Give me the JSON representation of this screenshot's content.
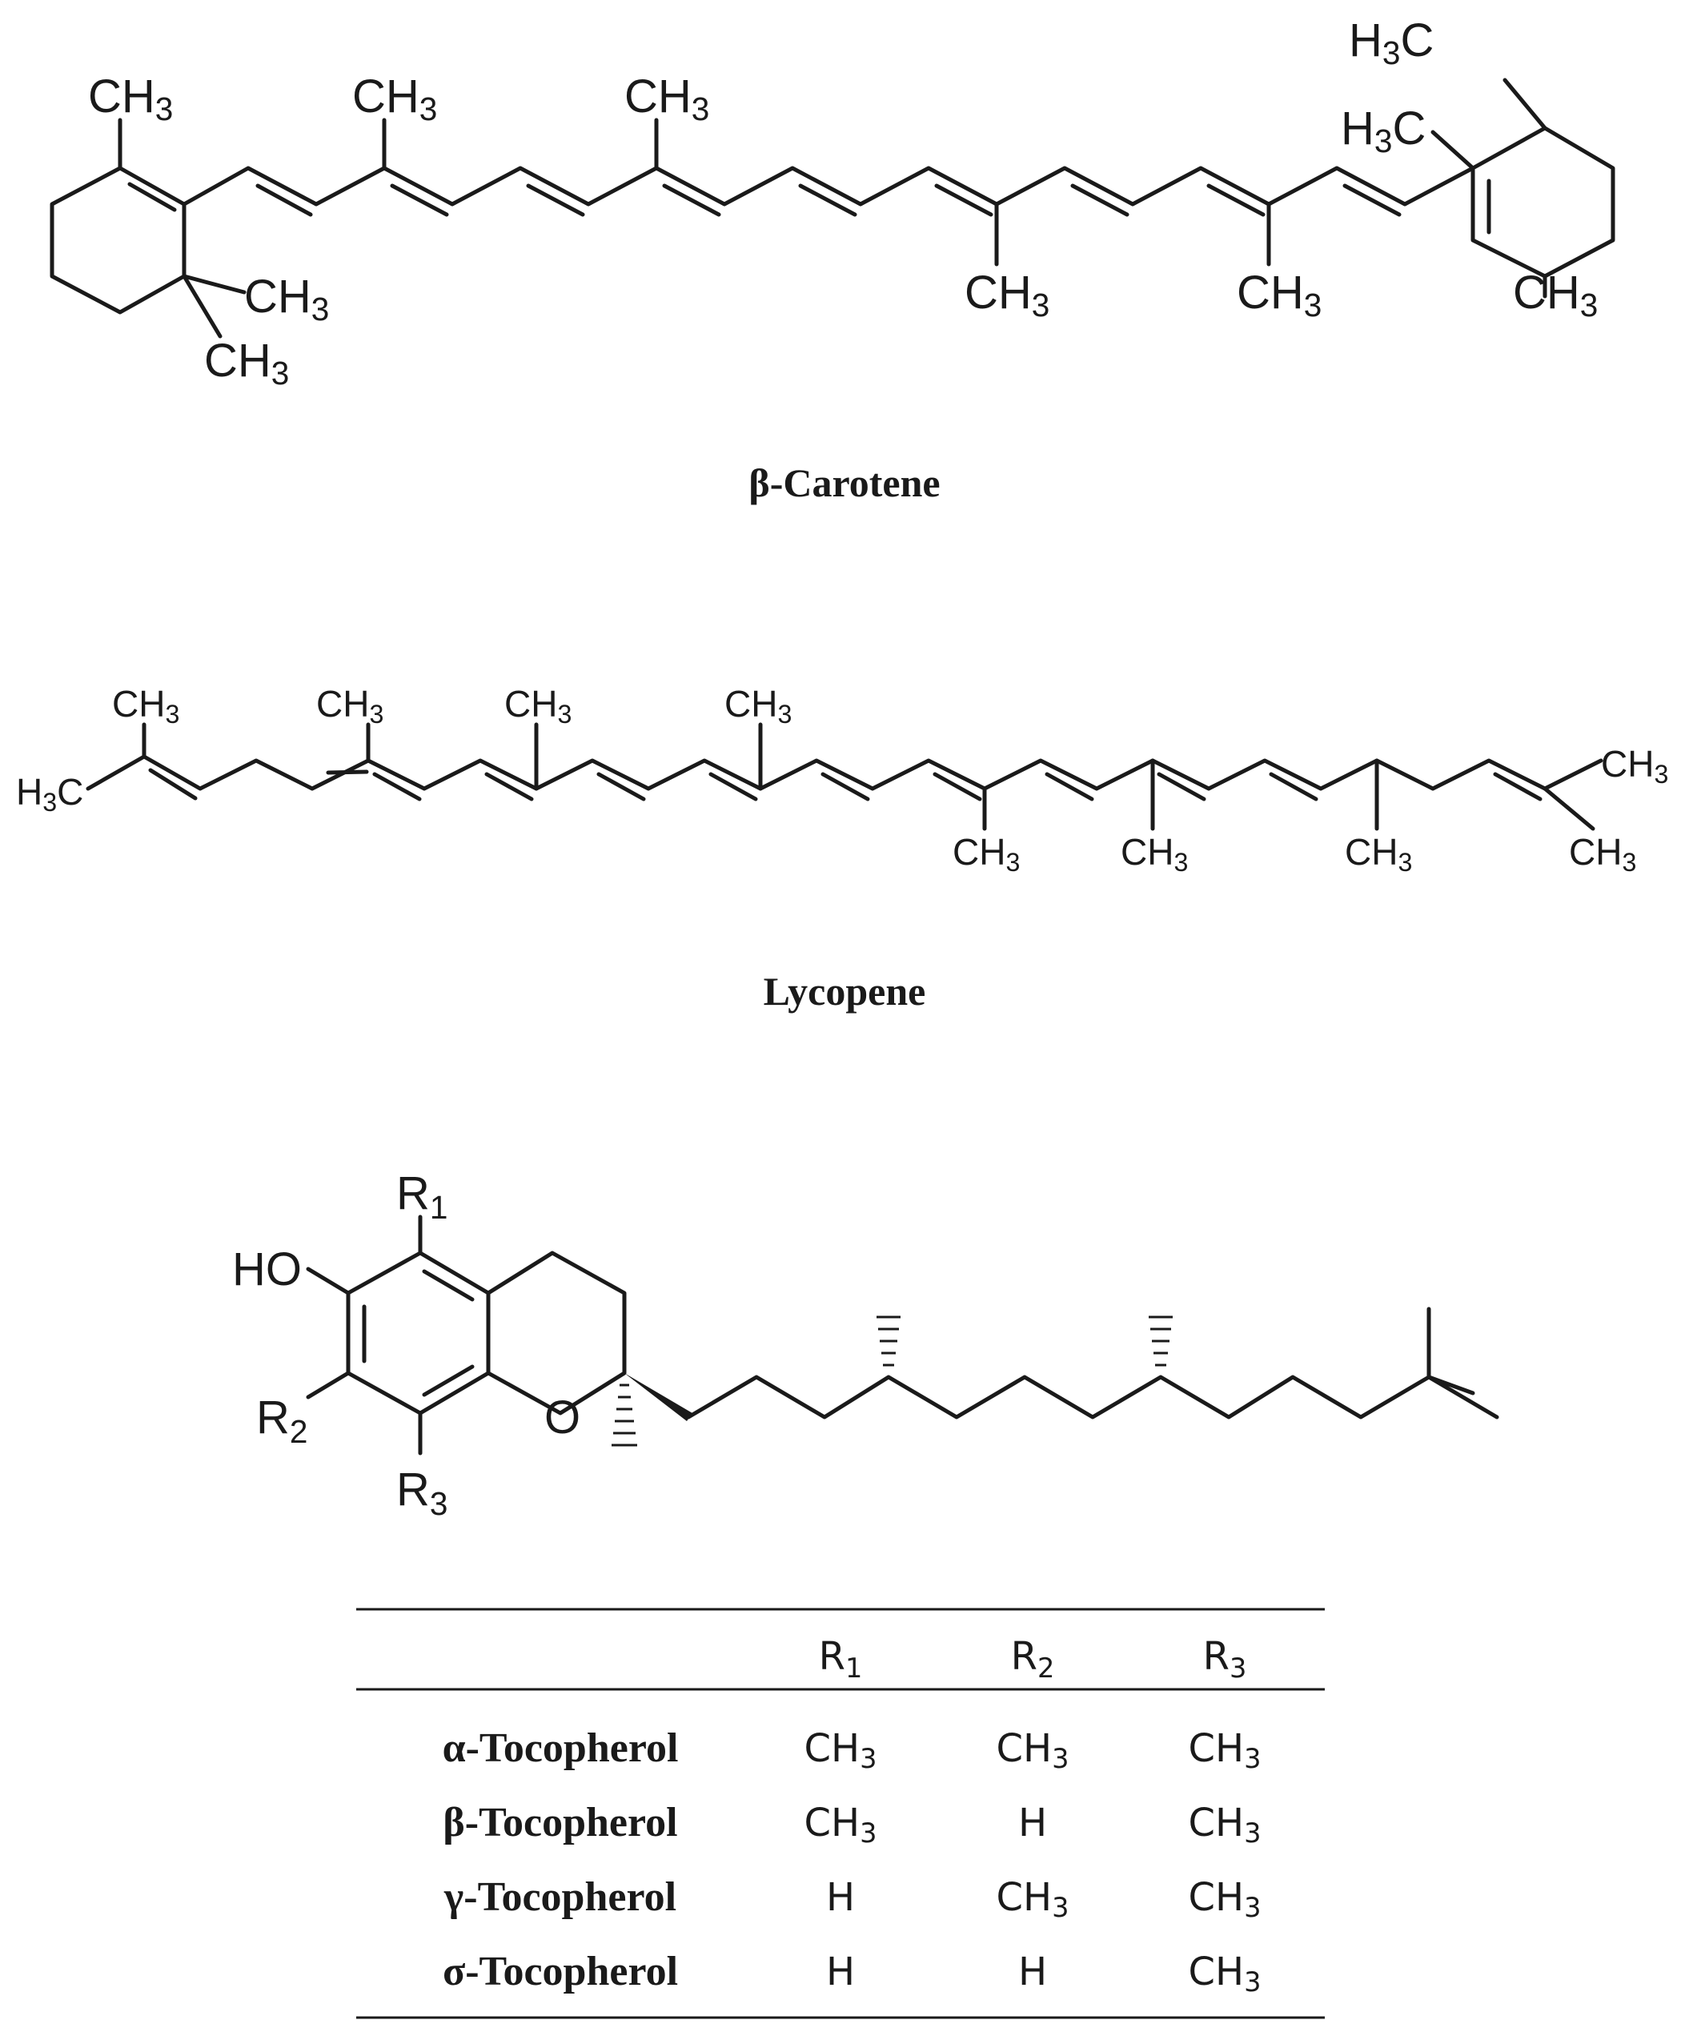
{
  "captions": {
    "beta_carotene": "β-Carotene",
    "lycopene": "Lycopene"
  },
  "atoms": {
    "ch3": "CH",
    "h3c": "H",
    "c": "C",
    "three": "3",
    "ho": "HO",
    "o": "O",
    "r": "R",
    "one": "1",
    "two": "2"
  },
  "table": {
    "headers": [
      "R1",
      "R2",
      "R3"
    ],
    "rows": [
      {
        "name": "α-Tocopherol",
        "r1": "CH3",
        "r2": "CH3",
        "r3": "CH3"
      },
      {
        "name": "β-Tocopherol",
        "r1": "CH3",
        "r2": "H",
        "r3": "CH3"
      },
      {
        "name": "γ-Tocopherol",
        "r1": "H",
        "r2": "CH3",
        "r3": "CH3"
      },
      {
        "name": "σ-Tocopherol",
        "r1": "H",
        "r2": "H",
        "r3": "CH3"
      }
    ]
  }
}
